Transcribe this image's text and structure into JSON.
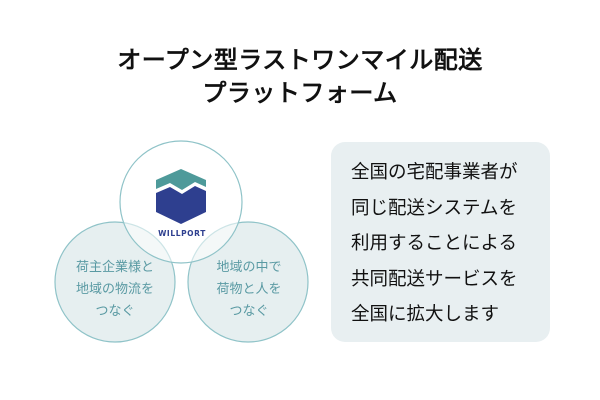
{
  "title": {
    "line1": "オープン型ラストワンマイル配送",
    "line2": "プラットフォーム"
  },
  "venn": {
    "center": {
      "logo_text": "WILLPORT"
    },
    "left": {
      "lines": [
        "荷主企業様と",
        "地域の物流を",
        "つなぐ"
      ]
    },
    "right": {
      "lines": [
        "地域の中で",
        "荷物と人を",
        "つなぐ"
      ]
    }
  },
  "description": {
    "lines": [
      "全国の宅配事業者が",
      "同じ配送システムを",
      "利用することによる",
      "共同配送サービスを",
      "全国に拡大します"
    ]
  },
  "colors": {
    "circle_stroke": "#8fc3c8",
    "circle_fill": "#e6eff0",
    "logo_teal": "#4e9a9a",
    "logo_blue": "#2e3f8f",
    "box_bg": "#e8eff1",
    "circle_text": "#5a9aa3"
  }
}
